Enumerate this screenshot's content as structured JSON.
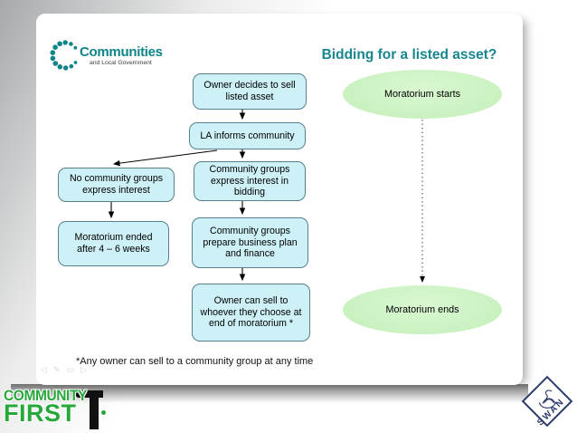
{
  "slide": {
    "logo": {
      "title": "Communities",
      "subtitle": "and Local Government"
    },
    "title": "Bidding for a listed asset?",
    "flow_boxes": [
      "Owner decides to sell\nlisted asset",
      "LA informs community",
      "No community groups\nexpress interest",
      "Community groups\nexpress interest in\nbidding",
      "Moratorium ended\nafter 4 – 6 weeks",
      "Community groups\nprepare business plan\nand finance",
      "Owner can sell to\nwhoever they choose at\nend of moratorium *"
    ],
    "timeline": {
      "start_label": "Moratorium starts",
      "end_label": "Moratorium ends"
    },
    "footnote": "*Any owner can sell to a community group at any time",
    "presenter_toolbar": {
      "back": "◁",
      "pen": "✎",
      "slides": "▭",
      "forward": "▷"
    }
  },
  "footer": {
    "community_first": {
      "line1": "COMMUNITY",
      "line2": "FIRST"
    },
    "swan_label": "SWAN"
  },
  "colors": {
    "logo_teal": "#0e8488",
    "title_teal": "#17868f",
    "box_fill": "#cdf1f7",
    "box_border": "#56808d",
    "ellipse_green": "#c8f1bf",
    "community_green": "#27a83b",
    "swan_navy": "#2c3a6b"
  }
}
